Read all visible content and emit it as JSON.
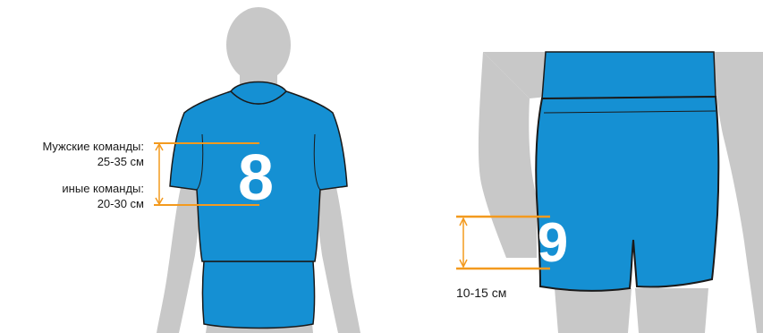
{
  "shirt_annotation": {
    "men_teams_label": "Мужские команды:",
    "men_teams_range": "25-35 см",
    "other_teams_label": "иные команды:",
    "other_teams_range": "20-30 см"
  },
  "shirt_number": "8",
  "shorts_number": "9",
  "shorts_annotation": {
    "range": "10-15 см"
  },
  "colors": {
    "jersey": "#1590d3",
    "silhouette": "#c8c8c8",
    "measure": "#f39a1e",
    "outline": "#1a1a1a",
    "number": "#ffffff"
  }
}
